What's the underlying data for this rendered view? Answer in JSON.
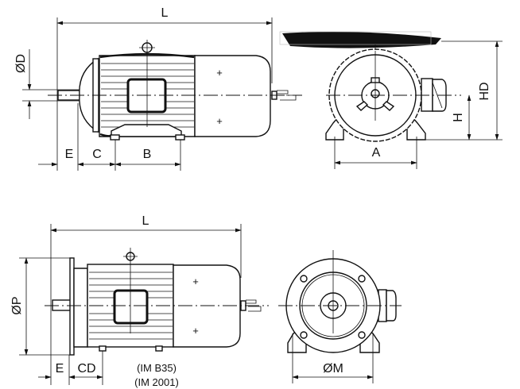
{
  "diagram": {
    "top_view": {
      "length_label": "L",
      "shaft_diameter_label": "ØD",
      "shaft_extension_label": "E",
      "c_label": "C",
      "foot_spacing_label": "B"
    },
    "top_end_view": {
      "foot_width_label": "A",
      "shaft_height_label": "H",
      "total_height_label": "HD"
    },
    "bottom_view": {
      "length_label": "L",
      "flange_diameter_label": "ØP",
      "shaft_extension_label": "E",
      "cd_label": "CD",
      "mount_type_1": "(IM B35)",
      "mount_type_2": "(IM 2001)"
    },
    "bottom_end_view": {
      "pitch_diameter_label": "ØM"
    }
  },
  "colors": {
    "line": "#111111",
    "background": "#ffffff"
  }
}
